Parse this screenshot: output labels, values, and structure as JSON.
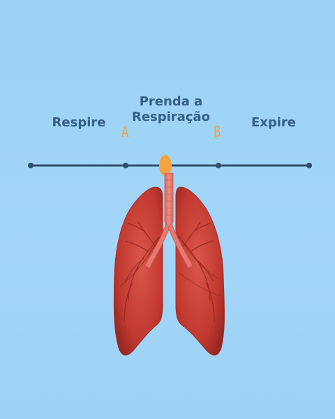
{
  "phases": {
    "inhale": "Respire",
    "hold": "Prenda a Respiração",
    "exhale": "Expire"
  },
  "markers": {
    "a": "A",
    "b": "B"
  },
  "colors": {
    "background": "#9fd3f7",
    "label_text": "#355f86",
    "timeline": "#2f4f6b",
    "marker_letter": "#f0a04b",
    "progress_dot": "#f4a340",
    "lung": "#c0392b",
    "trachea": "#e5746a"
  }
}
